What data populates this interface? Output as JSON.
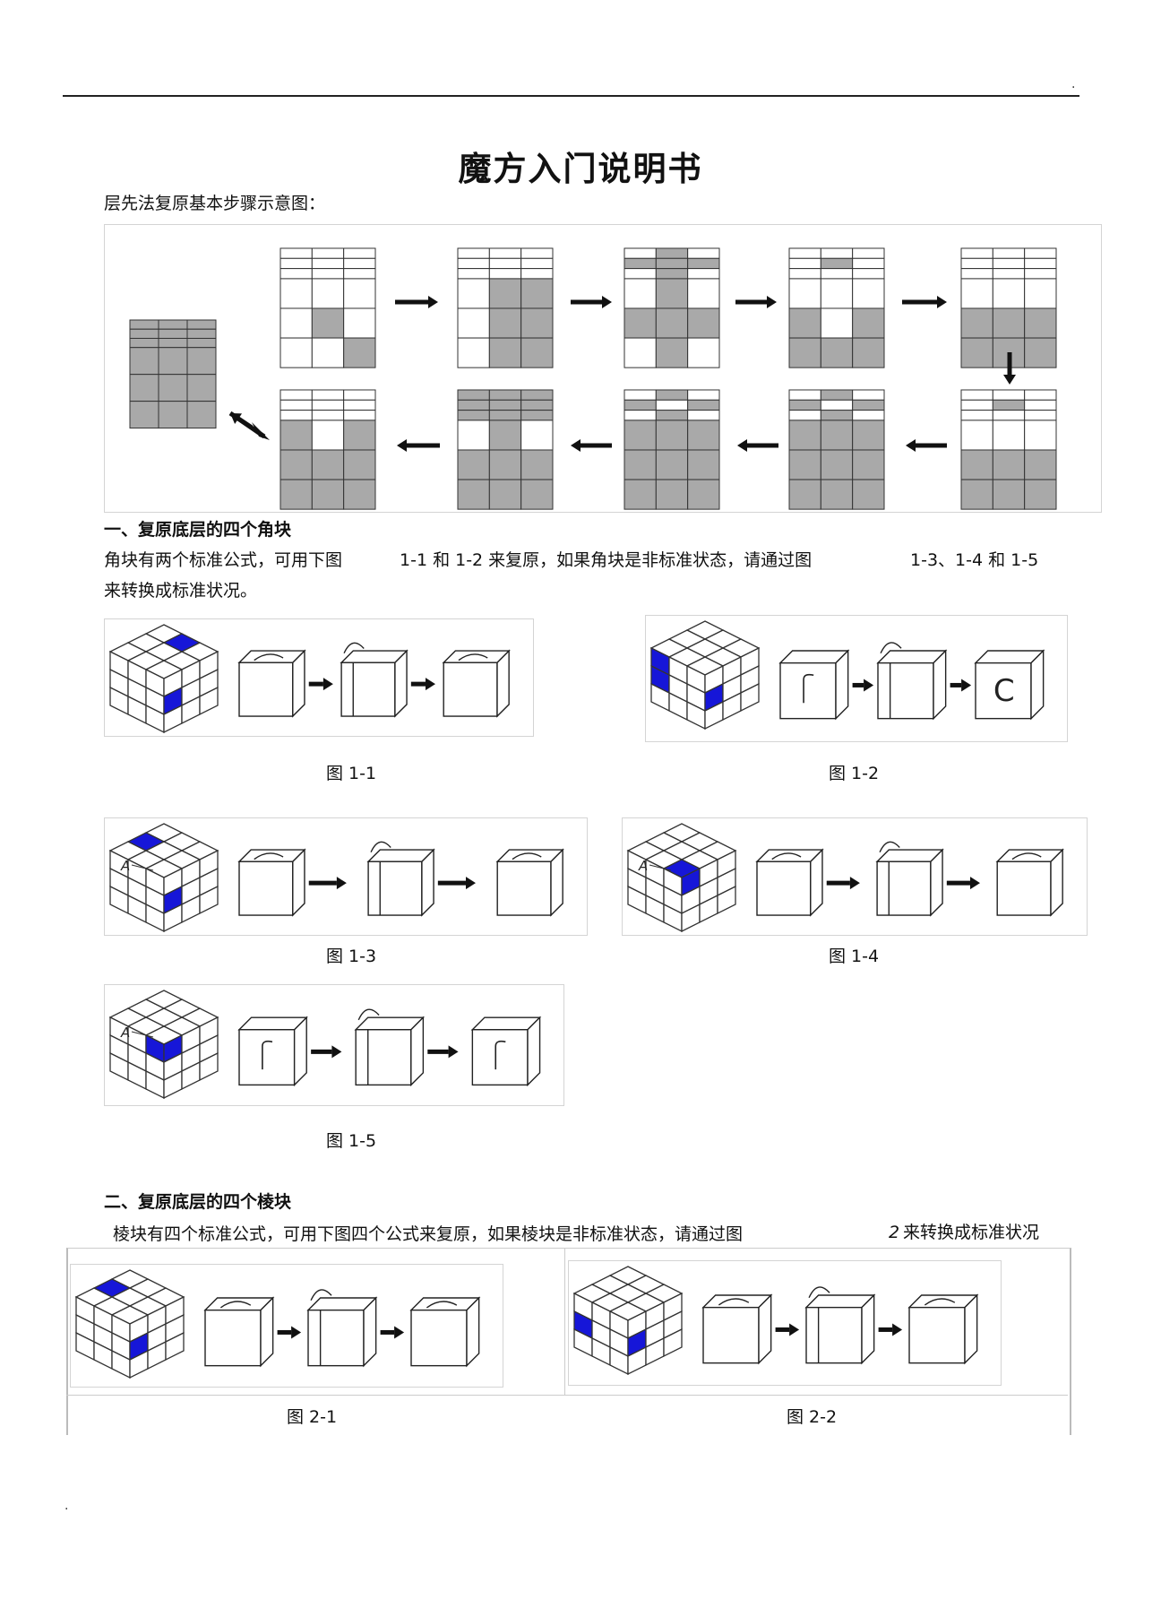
{
  "page": {
    "corner_top": ".",
    "corner_bottom": ".",
    "title": "魔方入门说明书",
    "intro": "层先法复原基本步骤示意图："
  },
  "section1": {
    "heading": "一、复原底层的四个角块",
    "line1_a": "角块有两个标准公式，可用下图",
    "line1_b": "1-1 和 1-2 来复原，如果角块是非标准状态，请通过图",
    "line1_c": "1-3、1-4 和 1-5",
    "line2": "来转换成标准状况。",
    "figures": [
      {
        "caption": "图 1-1",
        "label_a": "",
        "face_mark": ""
      },
      {
        "caption": "图 1-2",
        "label_a": "",
        "face_mark": "C"
      },
      {
        "caption": "图 1-3",
        "label_a": "A",
        "face_mark": ""
      },
      {
        "caption": "图 1-4",
        "label_a": "A",
        "face_mark": ""
      },
      {
        "caption": "图 1-5",
        "label_a": "A",
        "face_mark": ""
      }
    ]
  },
  "section2": {
    "heading": "二、复原底层的四个棱块",
    "line1_a": "棱块有四个标准公式，可用下图四个公式来复原，如果棱块是非标准状态，请通过图",
    "line1_b": "2",
    "line1_c": "来转换成标准状况",
    "figures": [
      {
        "caption": "图 2-1"
      },
      {
        "caption": "图 2-2"
      }
    ]
  },
  "colors": {
    "sticker_white": "#ffffff",
    "sticker_gray": "#a9a9a9",
    "sticker_blue": "#1616d8",
    "outline": "#333333"
  }
}
